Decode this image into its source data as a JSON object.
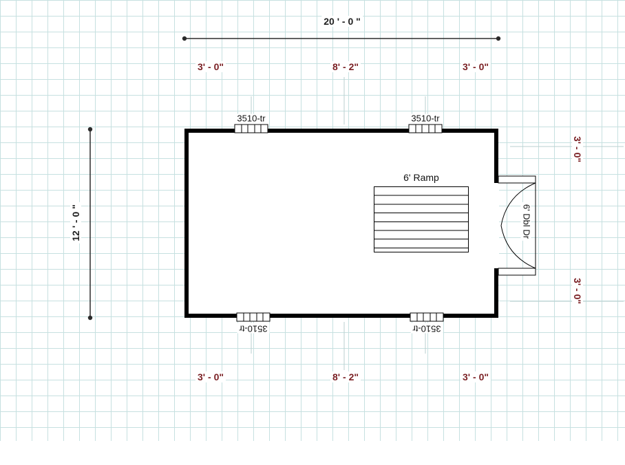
{
  "colors": {
    "dimension_red": "#7b2125",
    "dimension_black": "#1f1f1f",
    "grid_line": "#c6e0e0",
    "wall": "#000000"
  },
  "plan": {
    "width_total": "20 ' - 0 \"",
    "height_total": "12 ' - 0 \"",
    "top_dims": [
      "3' - 0\"",
      "8' - 2\"",
      "3' - 0\""
    ],
    "bottom_dims": [
      "3' - 0\"",
      "8' - 2\"",
      "3' - 0\""
    ],
    "right_dims": [
      "3' - 0\"",
      "3' - 0\""
    ],
    "windows": {
      "top_left": "3510-tr",
      "top_right": "3510-tr",
      "bottom_left": "3510-tr",
      "bottom_right": "3510-tr"
    },
    "ramp_label": "6' Ramp",
    "door_label": "6' Dbl Dr"
  }
}
